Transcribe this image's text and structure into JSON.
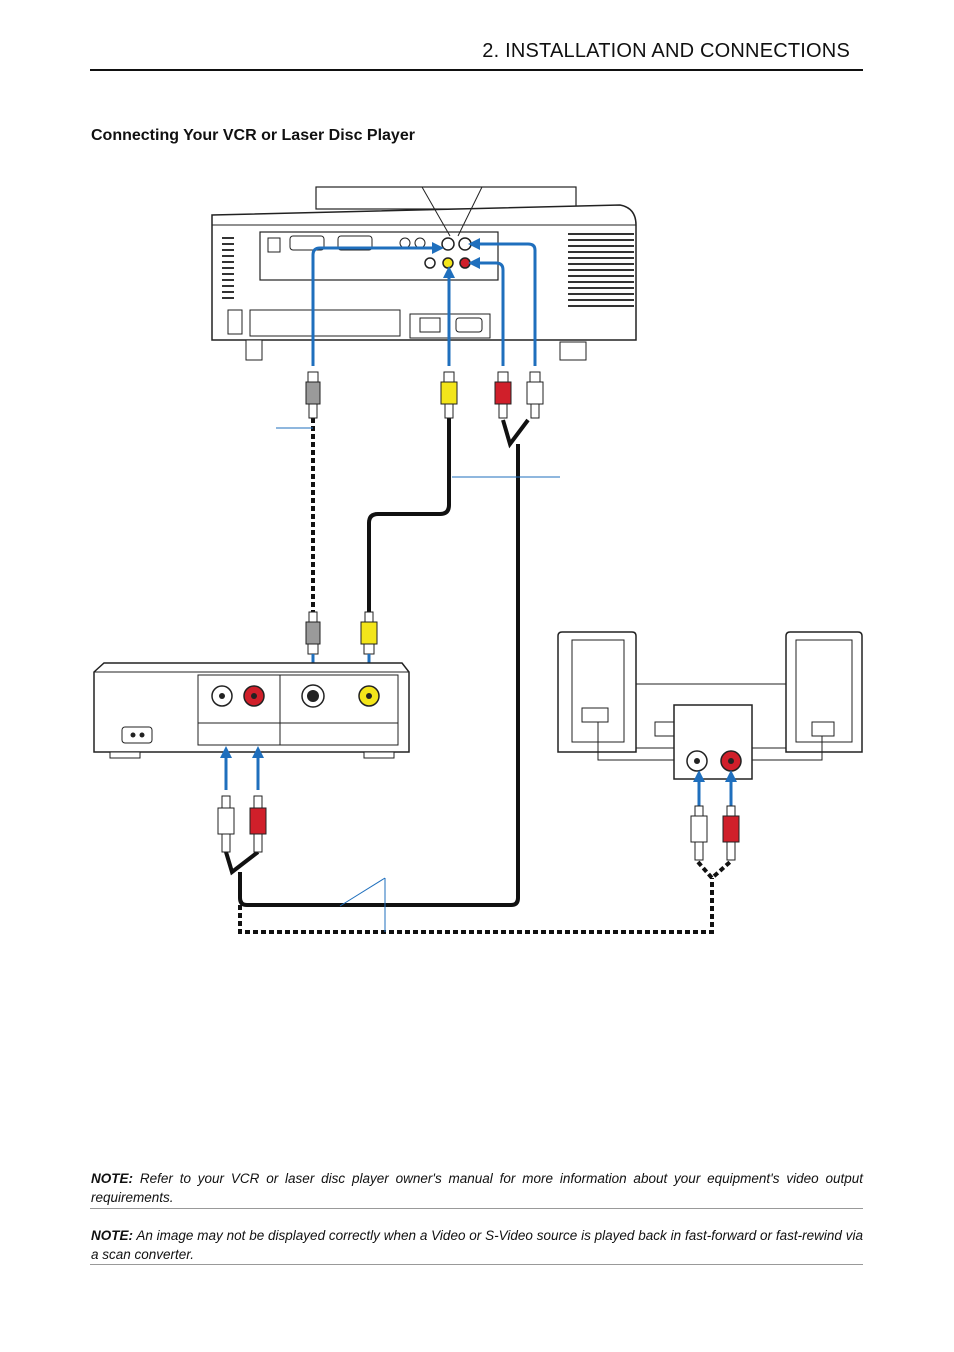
{
  "header": {
    "title": "2. INSTALLATION AND CONNECTIONS"
  },
  "section": {
    "heading": "Connecting Your VCR or Laser Disc Player"
  },
  "notes": [
    {
      "label": "NOTE:",
      "text": "Refer to your VCR or laser disc player owner's manual for more information about your equipment's video output requirements."
    },
    {
      "label": "NOTE:",
      "text": "An image may not be displayed correctly when a Video or S-Video source is played back in fast-forward or fast-rewind via a scan converter."
    }
  ],
  "colors": {
    "arrow": "#1f6fbd",
    "red_plug": "#d01f2a",
    "yellow_plug": "#f3e51a",
    "cable": "#111111"
  }
}
